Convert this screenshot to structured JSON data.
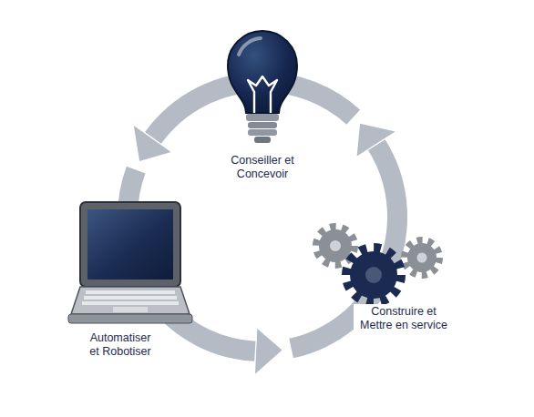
{
  "diagram": {
    "nodes": [
      {
        "text": [
          "Conseiller et Concevoir"
        ]
      },
      {
        "text": [
          "Construire et Mettre en service"
        ]
      },
      {
        "text": [
          "Automatiser et Robotiser"
        ]
      }
    ],
    "edges": [
      {
        "from": 0,
        "to": 2,
        "arrow": "to"
      },
      {
        "from": 2,
        "to": 1,
        "arrow": "to"
      },
      {
        "from": 1,
        "to": 0,
        "arrow": "to"
      }
    ]
  }
}
